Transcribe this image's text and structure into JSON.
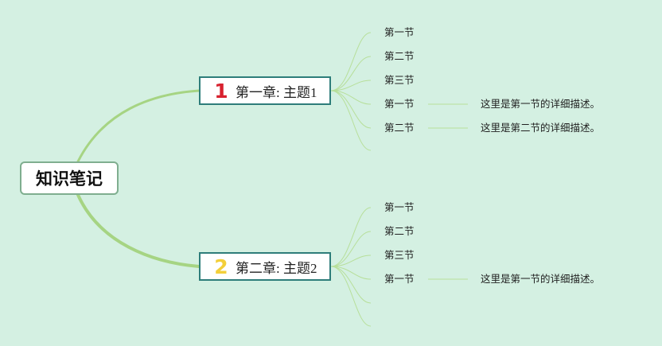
{
  "mindmap": {
    "root": "知识笔记",
    "chapters": [
      {
        "badge": "1",
        "badge_color": "#d8222f",
        "title": "第一章: 主题1",
        "sections": [
          {
            "label": "第一节"
          },
          {
            "label": "第二节"
          },
          {
            "label": "第三节"
          },
          {
            "label": "第一节",
            "description": "这里是第一节的详细描述。"
          },
          {
            "label": "第二节",
            "description": "这里是第二节的详细描述。"
          }
        ]
      },
      {
        "badge": "2",
        "badge_color": "#f3cf3a",
        "title": "第二章: 主题2",
        "sections": [
          {
            "label": "第一节"
          },
          {
            "label": "第二节"
          },
          {
            "label": "第三节"
          },
          {
            "label": "第一节",
            "description": "这里是第一节的详细描述。"
          }
        ]
      }
    ]
  },
  "colors": {
    "background": "#d4f0e2",
    "root_branch": "#a6d483",
    "section_line": "#b7df9a",
    "chapter_border": "#2e7d7a"
  }
}
